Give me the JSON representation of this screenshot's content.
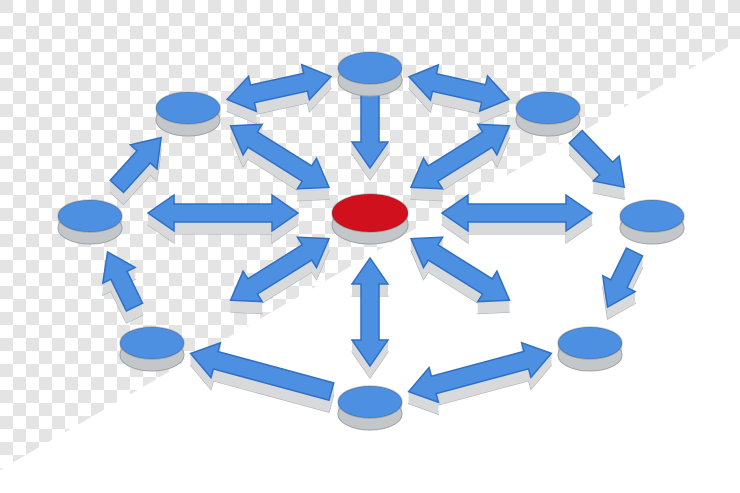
{
  "diagram": {
    "type": "hub-and-ring-flow",
    "hub": {
      "label": "",
      "color": "#d0101d"
    },
    "ring_nodes": [
      {
        "id": "n-top"
      },
      {
        "id": "n-top-right"
      },
      {
        "id": "n-right"
      },
      {
        "id": "n-bottom-right"
      },
      {
        "id": "n-bottom"
      },
      {
        "id": "n-bottom-left"
      },
      {
        "id": "n-left"
      },
      {
        "id": "n-top-left"
      }
    ],
    "spokes": [
      {
        "direction": "up",
        "arrowheads": "both"
      },
      {
        "direction": "up-right",
        "arrowheads": "both"
      },
      {
        "direction": "right",
        "arrowheads": "both"
      },
      {
        "direction": "down-right",
        "arrowheads": "both"
      },
      {
        "direction": "down",
        "arrowheads": "both"
      },
      {
        "direction": "down-left",
        "arrowheads": "both"
      },
      {
        "direction": "left",
        "arrowheads": "both"
      },
      {
        "direction": "up-left",
        "arrowheads": "both"
      }
    ],
    "ring_arrows": [
      {
        "from": "n-top-left",
        "to": "n-top",
        "arrowheads": "both"
      },
      {
        "from": "n-top",
        "to": "n-top-right",
        "arrowheads": "both"
      },
      {
        "from": "n-top-right",
        "to": "n-right",
        "arrowheads": "end"
      },
      {
        "from": "n-right",
        "to": "n-bottom-right",
        "arrowheads": "end"
      },
      {
        "from": "n-bottom-right",
        "to": "n-bottom",
        "arrowheads": "both"
      },
      {
        "from": "n-bottom",
        "to": "n-bottom-left",
        "arrowheads": "end"
      },
      {
        "from": "n-bottom-left",
        "to": "n-left",
        "arrowheads": "end"
      },
      {
        "from": "n-left",
        "to": "n-top-left",
        "arrowheads": "end"
      }
    ],
    "colors": {
      "shape_blue": "#4d8fe0",
      "shape_edge": "#2f6fc4",
      "side_wall": "#c9cccf",
      "hub_red": "#d0101d",
      "checker_light": "#ffffff",
      "checker_dark": "#e6e6e6"
    }
  }
}
